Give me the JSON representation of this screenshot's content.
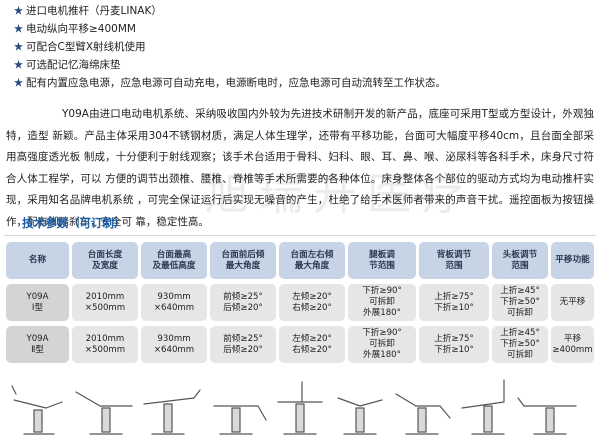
{
  "features": [
    "进口电机推杆（丹麦LINAK）",
    "电动纵向平移≥400MM",
    "可配合C型臂X射线机使用",
    "可选配记忆海绵床垫",
    "配有内置应急电源，应急电源可自动充电，电源断电时，应急电源可自动流转至工作状态。"
  ],
  "intro_lines": [
    "Y09A由进口电动电机系统、采纳吸收国内外较为先进技术研制开发的新产品，底座可采用T型或方型设计，外观独特，造型",
    "新颖。产品主体采用304不锈钢材质，满足人体生理学，还带有平移功能，台面可大幅度平移40cm，且台面全部采用高强度透光板",
    "制成，十分便利于射线观察；该手术台适用于骨科、妇科、眼、耳、鼻、喉、泌尿科等各科手术，床身尺寸符合人体工程学，可以",
    "方便的调节出颈椎、腰椎、脊椎等手术所需要的各种体位。床身整体各个部位的驱动方式均为电动推杆实现，采用知名品牌电机系统",
    "，可完全保证运行后实现无噪音的产生，杜绝了给手术医师者带来的声音干扰。遥控面板为按钮操作，配有脚踏刹车，安全可",
    "靠，稳定性高。"
  ],
  "watermark": "旭瑞升医疗",
  "section_title": "技术参数（可订制）",
  "table": {
    "headers": [
      [
        "名称"
      ],
      [
        "台面长度",
        "及宽度"
      ],
      [
        "台面最高",
        "及最低高度"
      ],
      [
        "台面前后倾",
        "最大角度"
      ],
      [
        "台面左右倾",
        "最大角度"
      ],
      [
        "腿板调",
        "节范围"
      ],
      [
        "背板调节",
        "范围"
      ],
      [
        "头板调节",
        "范围"
      ],
      [
        "平移功能"
      ]
    ],
    "rows": [
      [
        [
          "Y09A",
          "Ⅰ型"
        ],
        [
          "2010mm",
          "×500mm"
        ],
        [
          "930mm",
          "×640mm"
        ],
        [
          "前倾≥25°",
          "后倾≥20°"
        ],
        [
          "左倾≥20°",
          "右倾≥20°"
        ],
        [
          "下折≥90°",
          "可拆卸",
          "外展180°"
        ],
        [
          "上折≥75°",
          "下折≥10°"
        ],
        [
          "上折≥45°",
          "下折≥50°",
          "可拆卸"
        ],
        [
          "无平移"
        ]
      ],
      [
        [
          "Y09A",
          "Ⅱ型"
        ],
        [
          "2010mm",
          "×500mm"
        ],
        [
          "930mm",
          "×640mm"
        ],
        [
          "前倾≥25°",
          "后倾≥20°"
        ],
        [
          "左倾≥20°",
          "右倾≥20°"
        ],
        [
          "下折≥90°",
          "可拆卸",
          "外展180°"
        ],
        [
          "上折≥75°",
          "下折≥10°"
        ],
        [
          "上折≥45°",
          "下折≥50°",
          "可拆卸"
        ],
        [
          "平移",
          "≥400mm"
        ]
      ]
    ]
  },
  "illustrations": [
    "table-pose-1",
    "table-pose-2",
    "table-pose-3",
    "table-pose-4",
    "table-pose-5",
    "table-pose-6",
    "table-pose-7",
    "table-pose-8",
    "table-pose-9"
  ],
  "colors": {
    "accent": "#1a5fa8",
    "header_bg": "#c7d4e6",
    "cell_bg": "#e6e6e6",
    "star": "#2a4d7a"
  }
}
